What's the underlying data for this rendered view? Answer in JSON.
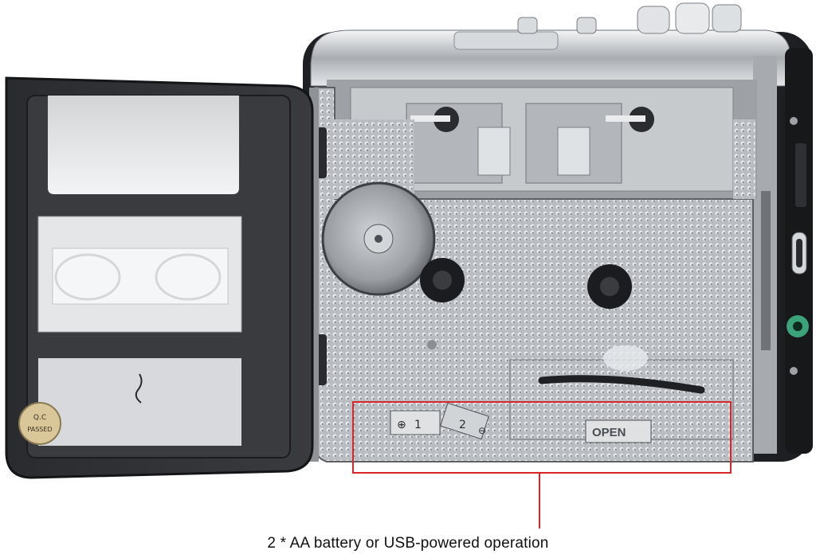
{
  "caption": "2 * AA battery or USB-powered operation",
  "stamp": {
    "line1": "Q.C",
    "line2": "PASSED"
  },
  "battery_compartment": {
    "cell_1": "1",
    "cell_2": "2",
    "open_label": "OPEN",
    "plus_symbol": "⊕",
    "minus_symbol": "⊖"
  },
  "colors": {
    "highlight_box": "#d9262c",
    "chrome": "#c9ccd0",
    "body_black": "#1e1f22",
    "audio_jack": "#3aa37a"
  }
}
